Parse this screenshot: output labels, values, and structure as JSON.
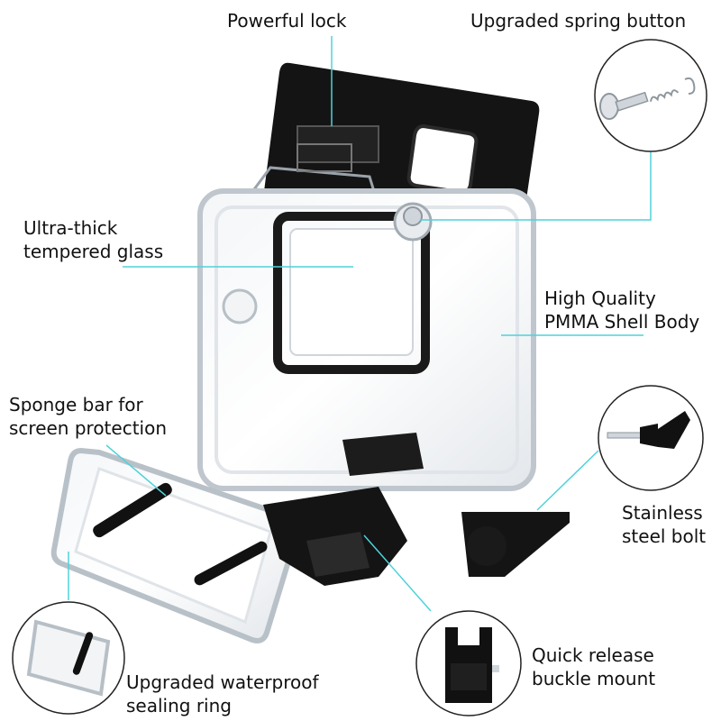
{
  "labels": {
    "powerful_lock": "Powerful lock",
    "spring_button": "Upgraded spring button",
    "glass_line1": "Ultra-thick",
    "glass_line2": "tempered glass",
    "pmma_line1": "High Quality",
    "pmma_line2": "PMMA Shell Body",
    "sponge_line1": "Sponge bar for",
    "sponge_line2": "screen protection",
    "bolt_line1": "Stainless",
    "bolt_line2": "steel bolt",
    "buckle_line1": "Quick release",
    "buckle_line2": "buckle mount",
    "ring_line1": "Upgraded waterproof",
    "ring_line2": "sealing ring"
  },
  "colors": {
    "leader_line": "#4fd2d9",
    "text": "#111111",
    "housing_black": "#111111",
    "clear_shell": "#d8dde2",
    "background": "#ffffff"
  },
  "icons": {
    "spring_button": "spring-button-icon",
    "bolt": "thumb-screw-icon",
    "buckle": "buckle-mount-icon",
    "seal": "sealing-ring-icon"
  }
}
